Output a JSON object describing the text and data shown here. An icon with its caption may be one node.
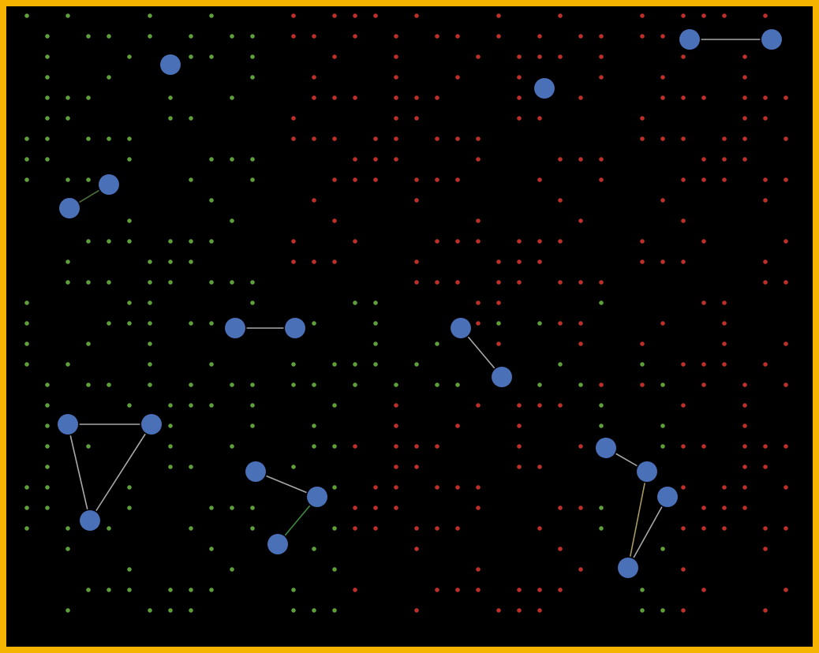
{
  "diagram": {
    "nodes": [
      {
        "text": [],
        "shape": "circle"
      },
      {
        "text": [],
        "shape": "circle"
      },
      {
        "text": [],
        "shape": "circle"
      },
      {
        "text": [],
        "shape": "circle"
      },
      {
        "text": [],
        "shape": "circle"
      },
      {
        "text": [],
        "shape": "circle"
      },
      {
        "text": [],
        "shape": "circle"
      },
      {
        "text": [],
        "shape": "circle"
      },
      {
        "text": [],
        "shape": "circle"
      },
      {
        "text": [],
        "shape": "circle"
      },
      {
        "text": [],
        "shape": "circle"
      },
      {
        "text": [],
        "shape": "circle"
      },
      {
        "text": [],
        "shape": "circle"
      },
      {
        "text": [],
        "shape": "circle"
      },
      {
        "text": [],
        "shape": "circle"
      },
      {
        "text": [],
        "shape": "circle"
      },
      {
        "text": [],
        "shape": "circle"
      },
      {
        "text": [],
        "shape": "circle"
      },
      {
        "text": [],
        "shape": "circle"
      },
      {
        "text": [],
        "shape": "circle"
      }
    ],
    "edges": [
      {
        "from": 0,
        "to": 1,
        "arrow": "none"
      },
      {
        "from": 4,
        "to": 5,
        "arrow": "none",
        "color": "#4a6a3a"
      },
      {
        "from": 6,
        "to": 7,
        "arrow": "none"
      },
      {
        "from": 8,
        "to": 9,
        "arrow": "none"
      },
      {
        "from": 10,
        "to": 11,
        "arrow": "none"
      },
      {
        "from": 10,
        "to": 17,
        "arrow": "none"
      },
      {
        "from": 11,
        "to": 17,
        "arrow": "none"
      },
      {
        "from": 13,
        "to": 15,
        "arrow": "none"
      },
      {
        "from": 15,
        "to": 18,
        "arrow": "none",
        "color": "#3f8a3f"
      },
      {
        "from": 12,
        "to": 14,
        "arrow": "none"
      },
      {
        "from": 14,
        "to": 19,
        "arrow": "none",
        "color": "#a89a60"
      },
      {
        "from": 16,
        "to": 19,
        "arrow": "none"
      }
    ]
  }
}
